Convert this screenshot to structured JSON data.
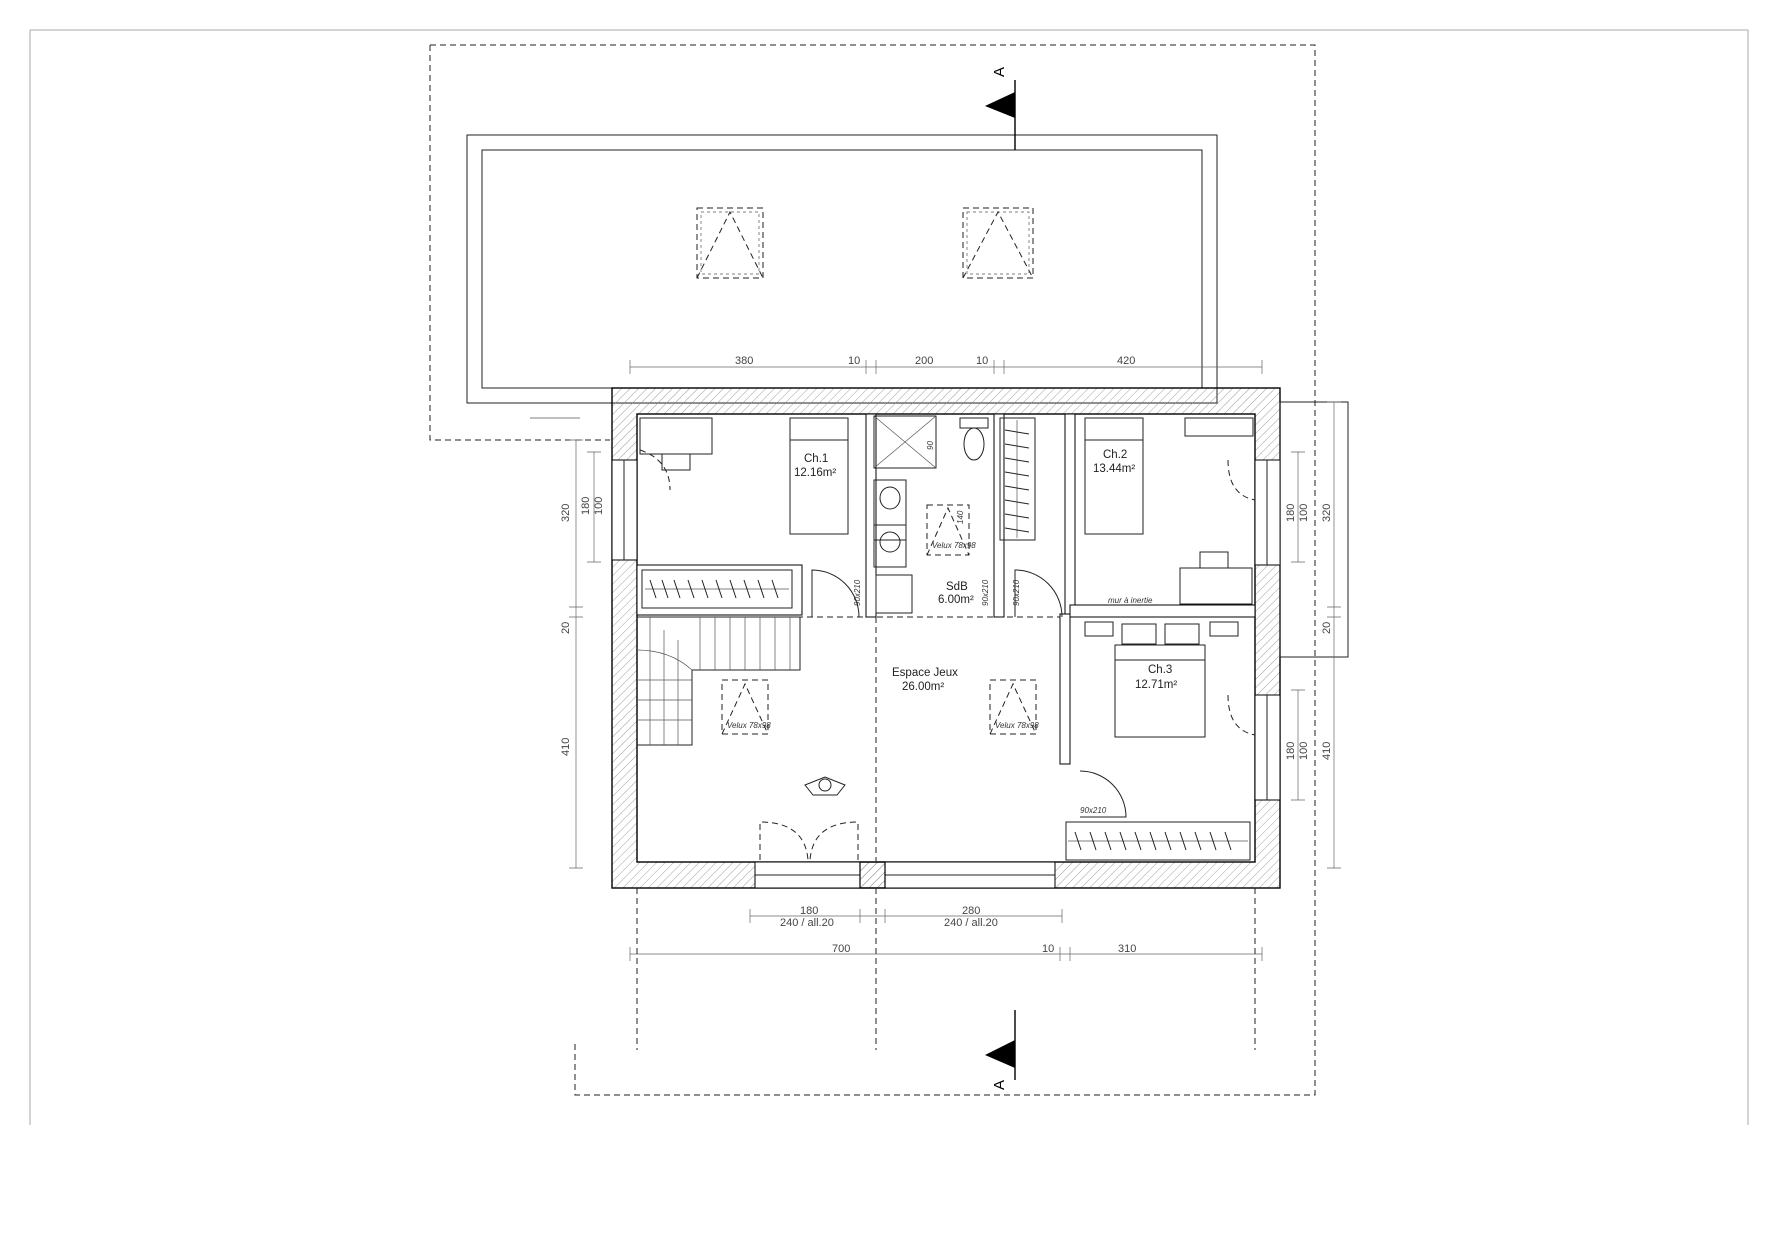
{
  "section_marker": {
    "top": "A",
    "bottom": "A"
  },
  "rooms": {
    "ch1": {
      "name": "Ch.1",
      "area": "12.16m²"
    },
    "ch2": {
      "name": "Ch.2",
      "area": "13.44m²"
    },
    "ch3": {
      "name": "Ch.3",
      "area": "12.71m²"
    },
    "sdb": {
      "name": "SdB",
      "area": "6.00m²"
    },
    "espace_jeux": {
      "name": "Espace Jeux",
      "area": "26.00m²"
    }
  },
  "annotations": {
    "mur_inertie": "mur à inertie",
    "velux_1": "Velux 78x98",
    "velux_2": "Velux 78x98",
    "velux_3": "Velux 78x98",
    "door_1": "90x210",
    "door_2": "90x210",
    "door_3": "90x210",
    "door_4": "90x210",
    "shower_90": "90",
    "shower_140": "140"
  },
  "dimensions": {
    "top": [
      "380",
      "10",
      "200",
      "10",
      "420"
    ],
    "bottom_row1": [
      "180",
      "280"
    ],
    "bottom_row2": [
      "240 / all.20",
      "240 / all.20"
    ],
    "bottom_row3": [
      "700",
      "10",
      "310"
    ],
    "left_outer": [
      "320",
      "20",
      "410"
    ],
    "left_inner": [
      "180",
      "100"
    ],
    "right_inner_top": [
      "180",
      "100"
    ],
    "right_outer": [
      "320",
      "20",
      "410"
    ],
    "right_inner_bottom": [
      "180",
      "100"
    ]
  }
}
